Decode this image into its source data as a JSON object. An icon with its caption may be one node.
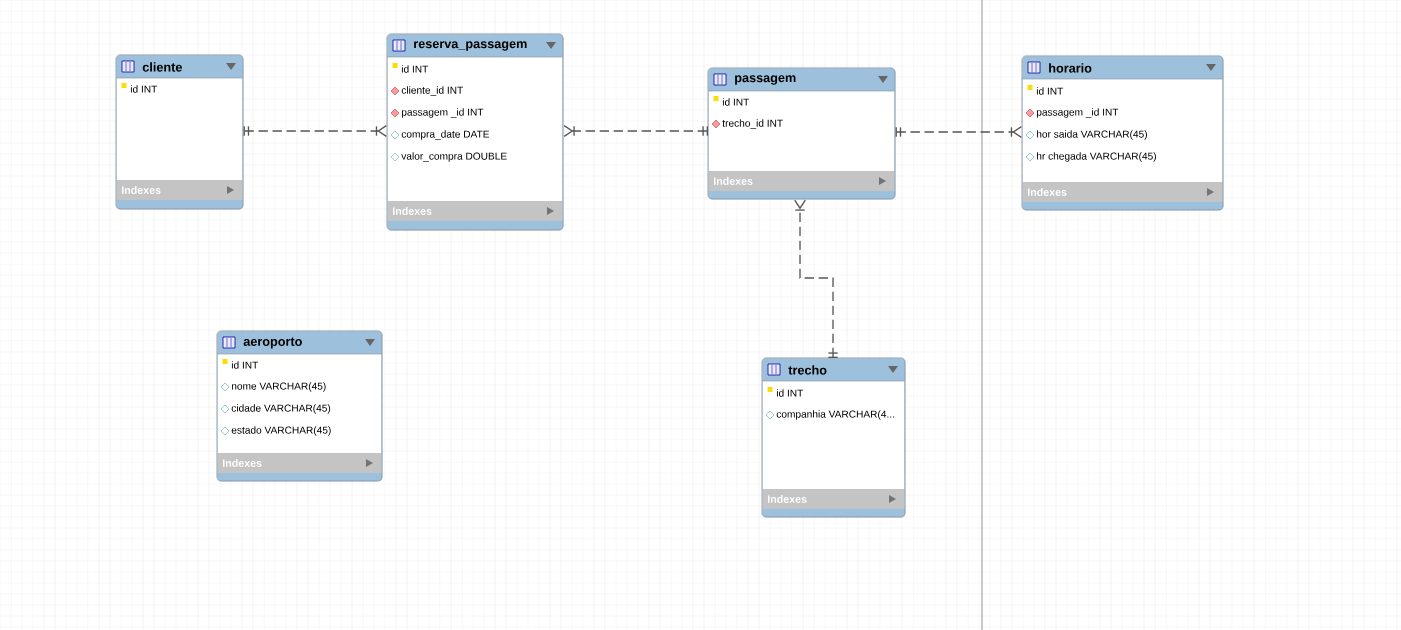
{
  "diagram": {
    "nodes": [
      {
        "text": [
          "cliente",
          "id INT",
          "Indexes"
        ]
      },
      {
        "text": [
          "reserva_passagem",
          "id INT",
          "cliente_id INT",
          "passagem _id INT",
          "compra_date DATE",
          "valor_compra DOUBLE",
          "Indexes"
        ]
      },
      {
        "text": [
          "passagem",
          "id INT",
          "trecho_id INT",
          "Indexes"
        ]
      },
      {
        "text": [
          "horario",
          "id INT",
          "passagem _id INT",
          "hor saida VARCHAR(45)",
          "hr chegada VARCHAR(45)",
          "Indexes"
        ]
      },
      {
        "text": [
          "aeroporto",
          "id INT",
          "nome VARCHAR(45)",
          "cidade VARCHAR(45)",
          "estado VARCHAR(45)",
          "Indexes"
        ]
      },
      {
        "text": [
          "trecho",
          "id INT",
          "companhia VARCHAR(4...",
          "Indexes"
        ]
      }
    ],
    "edges": [
      {
        "from": 0,
        "to": 1,
        "arrow": "other",
        "style": "dashed"
      },
      {
        "from": 2,
        "to": 1,
        "arrow": "other",
        "style": "dashed"
      },
      {
        "from": 2,
        "to": 3,
        "arrow": "other",
        "style": "dashed"
      },
      {
        "from": 5,
        "to": 2,
        "arrow": "other",
        "style": "dashed"
      }
    ]
  }
}
